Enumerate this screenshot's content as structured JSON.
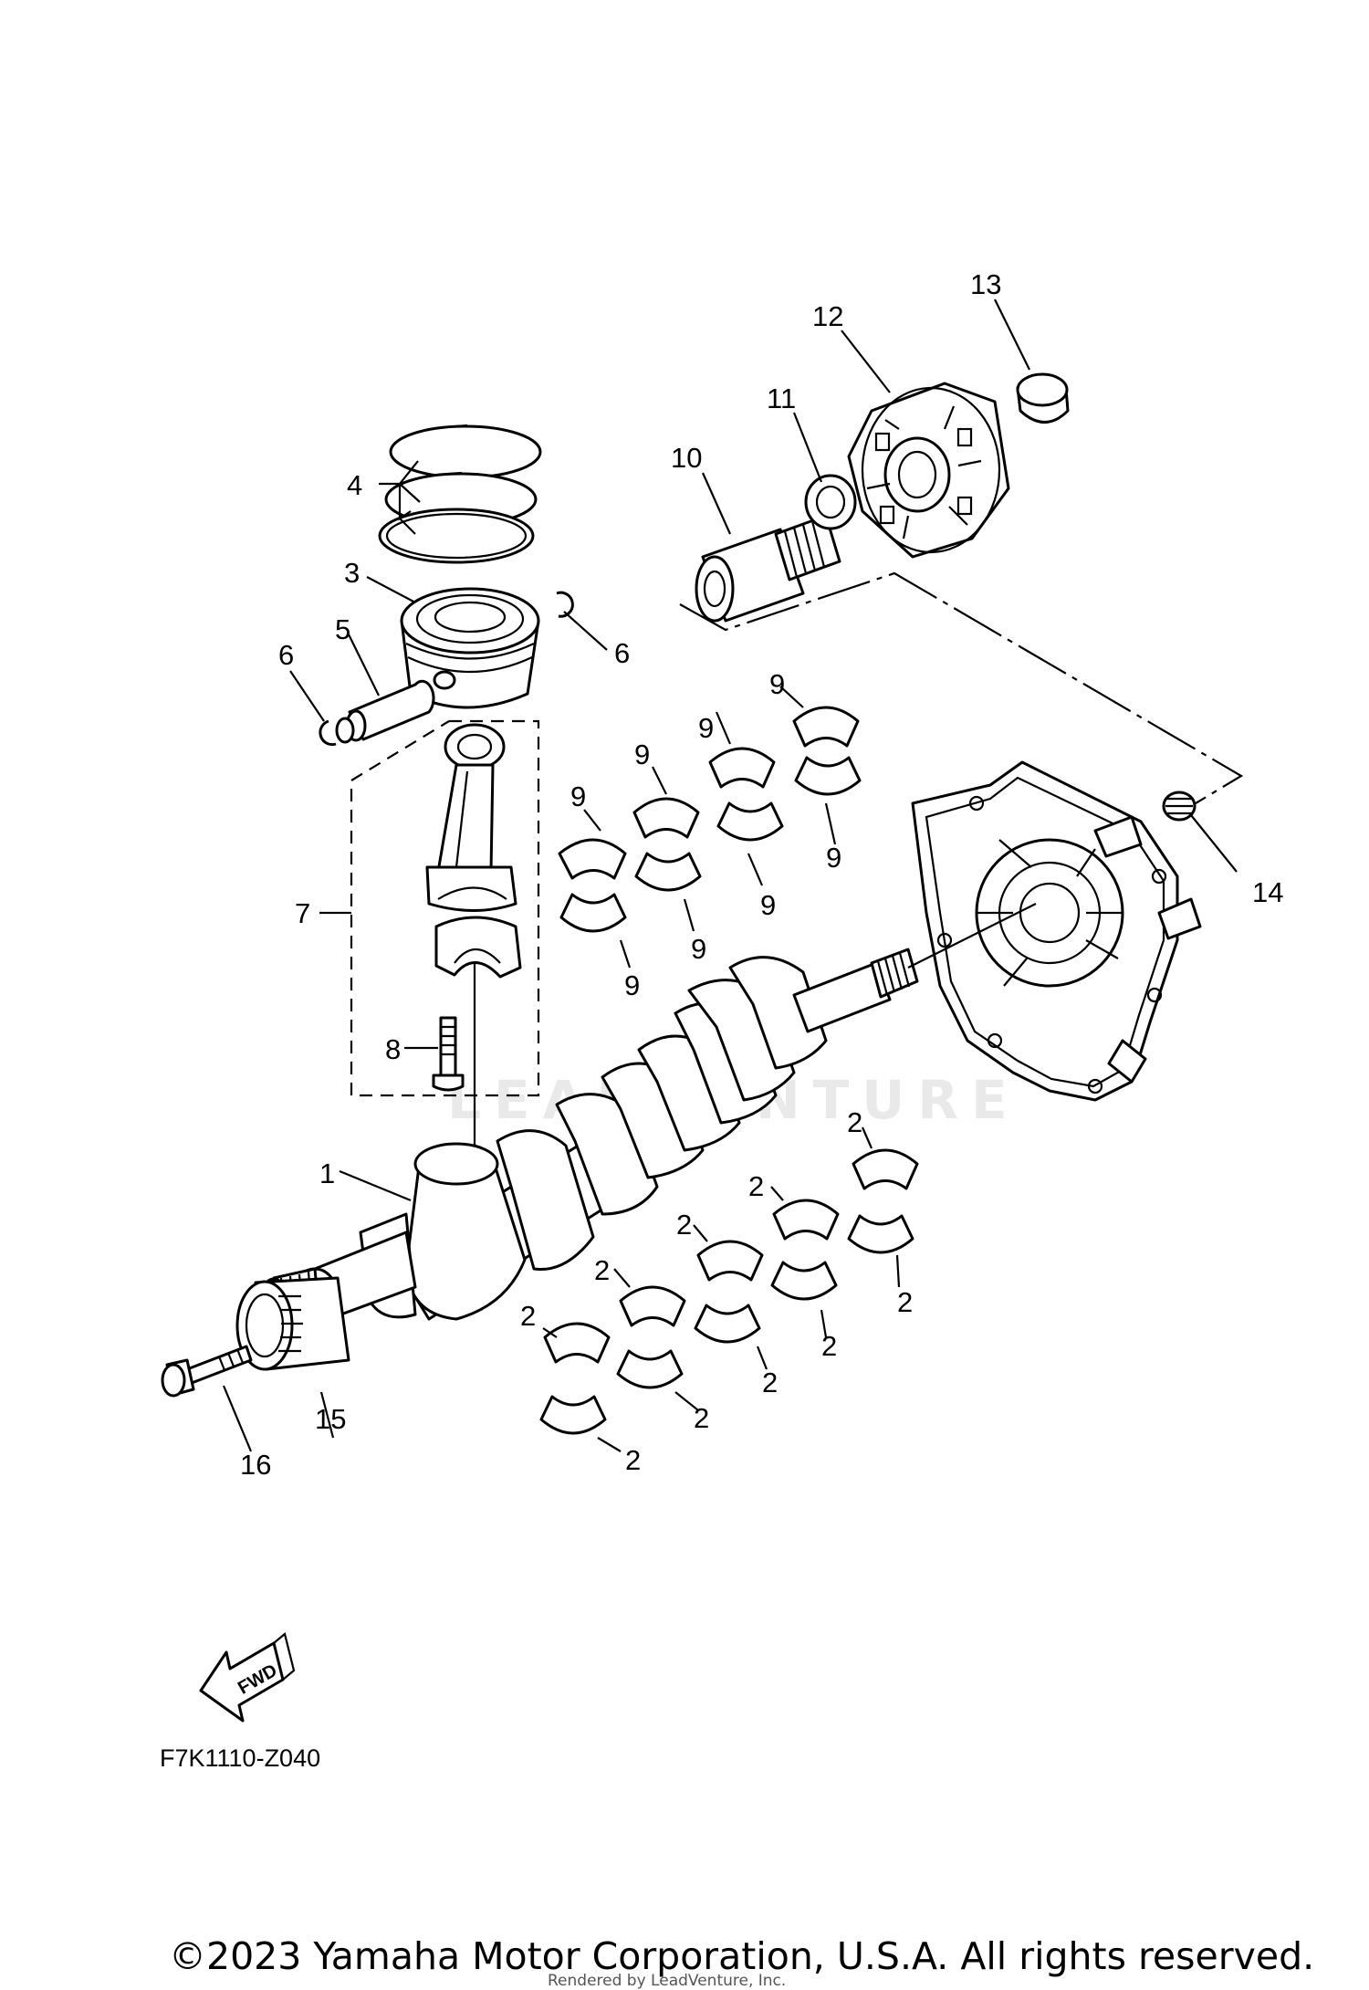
{
  "diagram_code": "F7K1110-Z040",
  "fwd_label": "FWD",
  "watermark": "LEADVENTURE",
  "copyright": "©2023 Yamaha Motor Corporation, U.S.A. All rights reserved.",
  "rendered_by": "Rendered by LeadVenture, Inc.",
  "callouts": {
    "crankshaft": "1",
    "bearing": "2",
    "piston": "3",
    "piston_ring_set": "4",
    "piston_pin": "5",
    "circlip": "6",
    "connecting_rod_assy": "7",
    "rod_bolt": "8",
    "rod_bearing": "9",
    "drive_shaft": "10",
    "washer": "11",
    "coupling": "12",
    "damper": "13",
    "spring": "14",
    "coupler": "15",
    "bolt": "16"
  }
}
